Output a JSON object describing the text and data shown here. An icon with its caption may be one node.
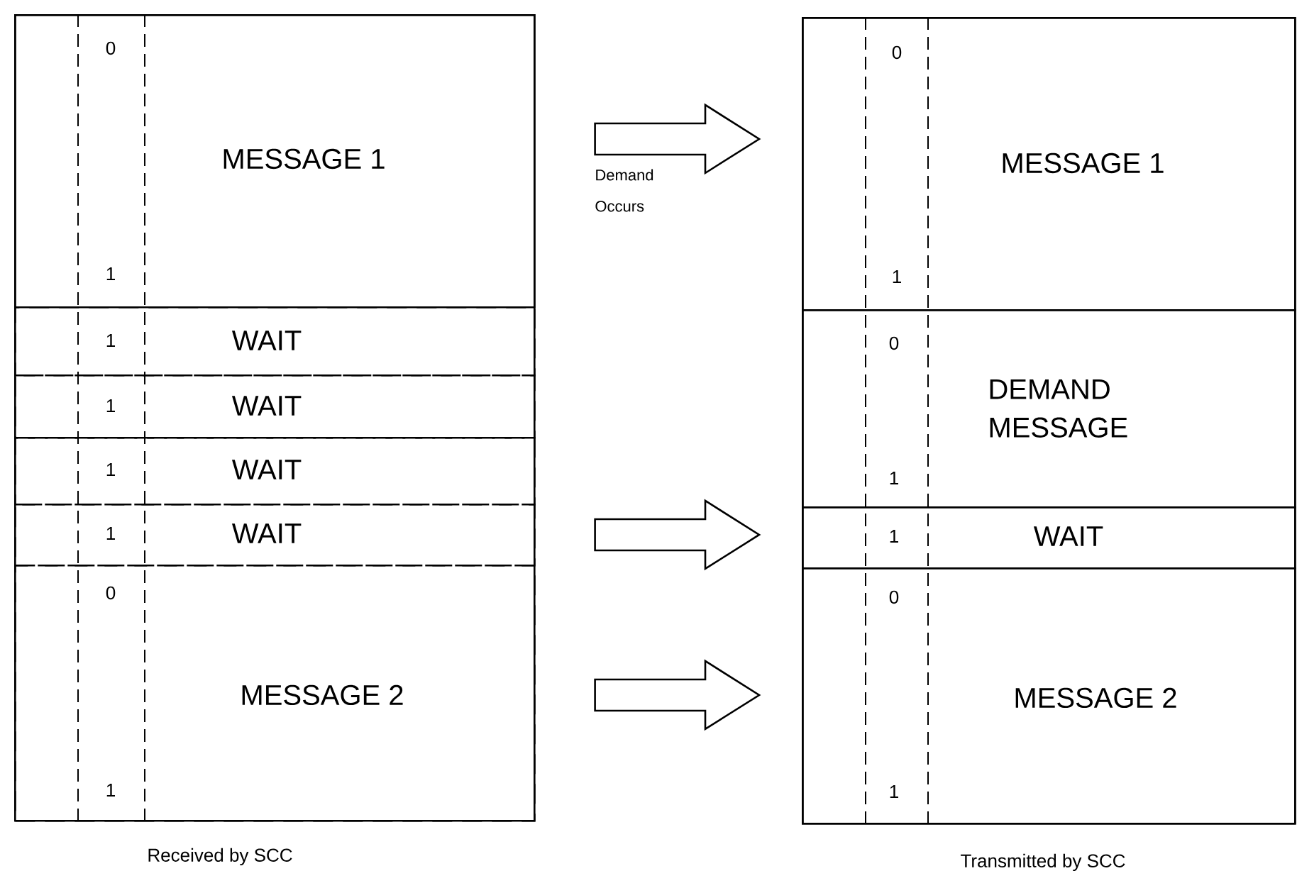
{
  "diagram": {
    "nodes": [
      {
        "text": [
          "Received by SCC"
        ]
      },
      {
        "text": [
          "0",
          "MESSAGE 1",
          "1"
        ],
        "in": 0
      },
      {
        "text": [
          "1",
          "WAIT"
        ],
        "in": 0
      },
      {
        "text": [
          "1",
          "WAIT"
        ],
        "in": 0
      },
      {
        "text": [
          "1",
          "WAIT"
        ],
        "in": 0
      },
      {
        "text": [
          "1",
          "WAIT"
        ],
        "in": 0
      },
      {
        "text": [
          "0",
          "MESSAGE 2",
          "1"
        ],
        "in": 0
      },
      {
        "text": [
          "Transmitted by SCC"
        ]
      },
      {
        "text": [
          "0",
          "MESSAGE 1",
          "1"
        ],
        "in": 7
      },
      {
        "text": [
          "0",
          "DEMAND MESSAGE",
          "1"
        ],
        "in": 7
      },
      {
        "text": [
          "1",
          "WAIT"
        ],
        "in": 7
      },
      {
        "text": [
          "0",
          "MESSAGE 2",
          "1"
        ],
        "in": 7
      }
    ],
    "edges": [
      {
        "from": 1,
        "to": 8,
        "arrow": "to",
        "label": "Demand Occurs"
      },
      {
        "from": 5,
        "to": 10,
        "arrow": "to"
      },
      {
        "from": 6,
        "to": 11,
        "arrow": "to"
      }
    ]
  }
}
